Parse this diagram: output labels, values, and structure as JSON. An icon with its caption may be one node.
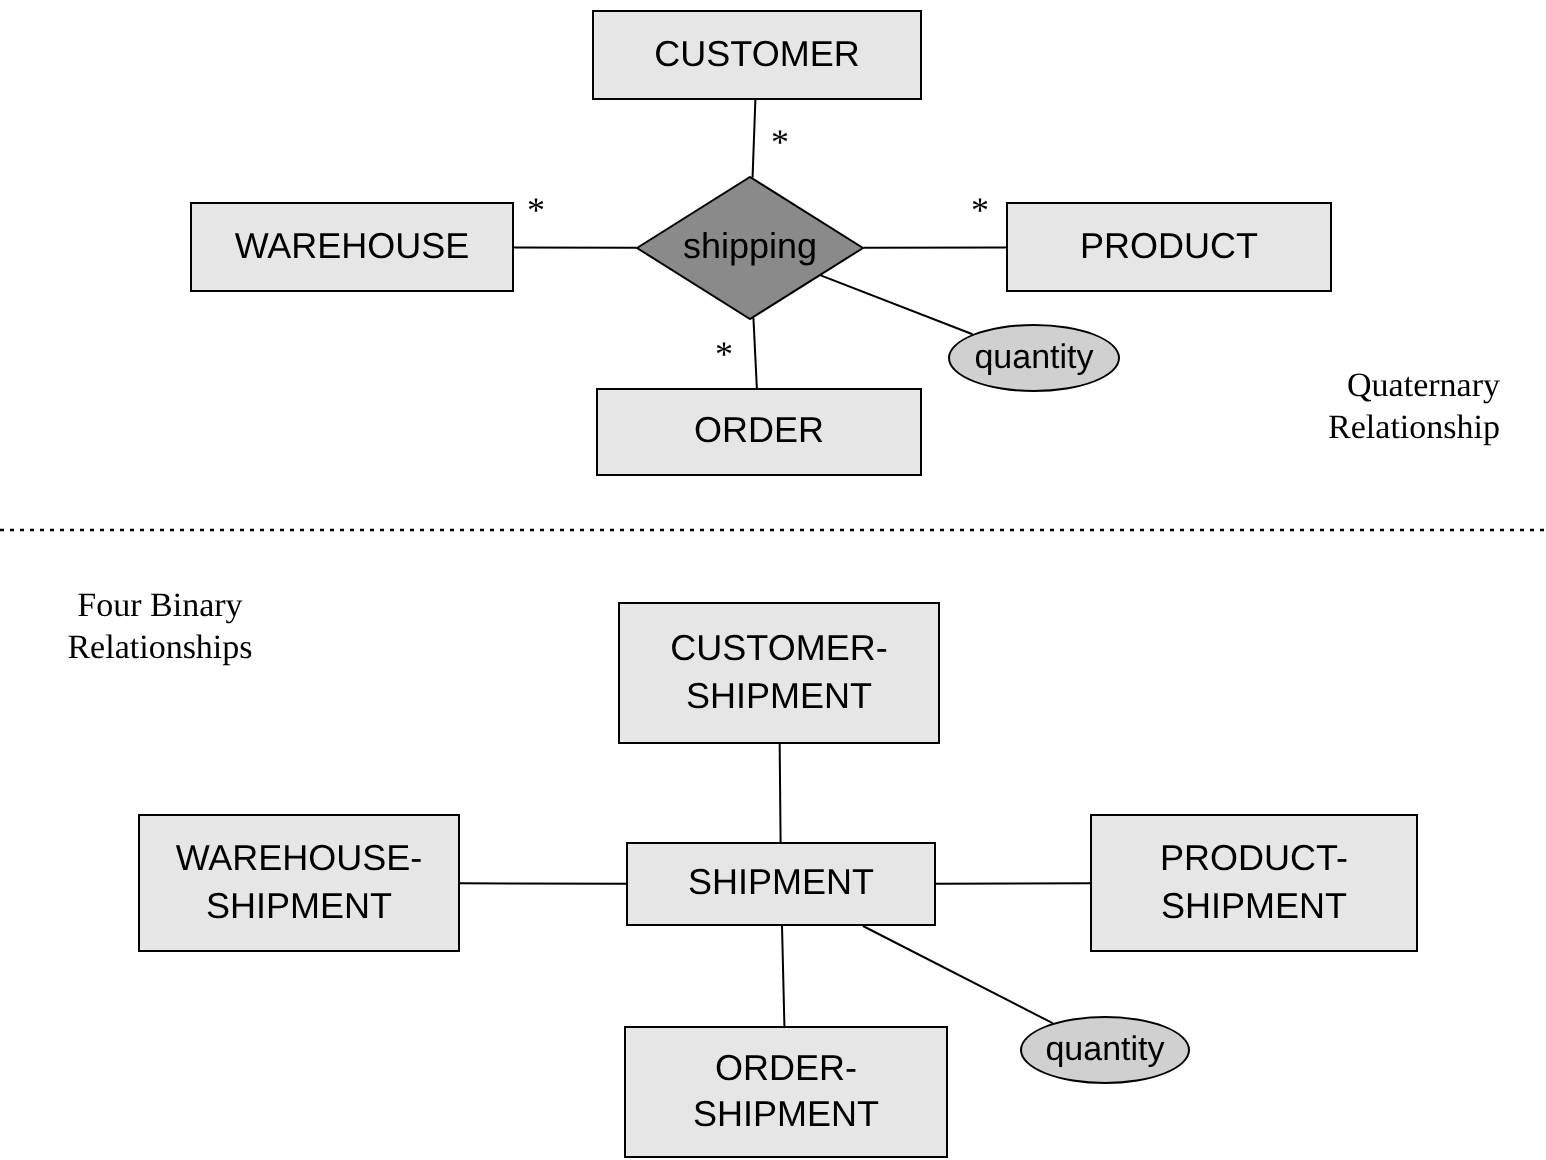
{
  "diagram": {
    "nodes": [
      {
        "text": [
          "CUSTOMER"
        ]
      },
      {
        "text": [
          "WAREHOUSE"
        ]
      },
      {
        "text": [
          "shipping"
        ]
      },
      {
        "text": [
          "PRODUCT"
        ]
      },
      {
        "text": [
          "quantity"
        ]
      },
      {
        "text": [
          "ORDER"
        ]
      },
      {
        "text": [
          "CUSTOMER- SHIPMENT"
        ]
      },
      {
        "text": [
          "WAREHOUSE- SHIPMENT"
        ]
      },
      {
        "text": [
          "SHIPMENT"
        ]
      },
      {
        "text": [
          "PRODUCT- SHIPMENT"
        ]
      },
      {
        "text": [
          "quantity"
        ]
      },
      {
        "text": [
          "ORDER- SHIPMENT"
        ]
      }
    ],
    "edges": [
      {
        "from": 0,
        "to": 2,
        "arrow": "none"
      },
      {
        "from": 1,
        "to": 2,
        "arrow": "none"
      },
      {
        "from": 2,
        "to": 3,
        "arrow": "none"
      },
      {
        "from": 2,
        "to": 5,
        "arrow": "none"
      },
      {
        "from": 2,
        "to": 4,
        "arrow": "none"
      },
      {
        "from": 6,
        "to": 8,
        "arrow": "none"
      },
      {
        "from": 7,
        "to": 8,
        "arrow": "none"
      },
      {
        "from": 8,
        "to": 9,
        "arrow": "none"
      },
      {
        "from": 8,
        "to": 11,
        "arrow": "none"
      },
      {
        "from": 8,
        "to": 10,
        "arrow": "none"
      }
    ],
    "labels": [
      "*",
      "*",
      "*",
      "*",
      "Quaternary Relationship",
      "Four Binary Relationships"
    ]
  }
}
